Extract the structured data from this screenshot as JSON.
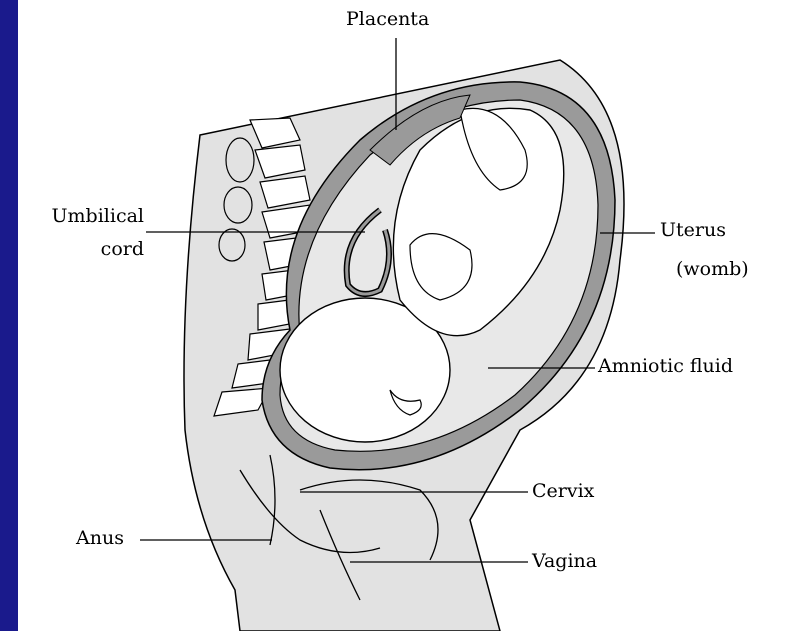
{
  "diagram": {
    "colors": {
      "background": "#1a1a8c",
      "panel": "#ffffff",
      "tissue": "#e2e2e2",
      "uterus_wall": "#9a9a9a",
      "outline": "#000000"
    },
    "labels": {
      "placenta": "Placenta",
      "umbilical_cord_line1": "Umbilical",
      "umbilical_cord_line2": "cord",
      "uterus_line1": "Uterus",
      "uterus_line2": "(womb)",
      "amniotic_fluid": "Amniotic fluid",
      "cervix": "Cervix",
      "anus": "Anus",
      "vagina": "Vagina"
    }
  }
}
